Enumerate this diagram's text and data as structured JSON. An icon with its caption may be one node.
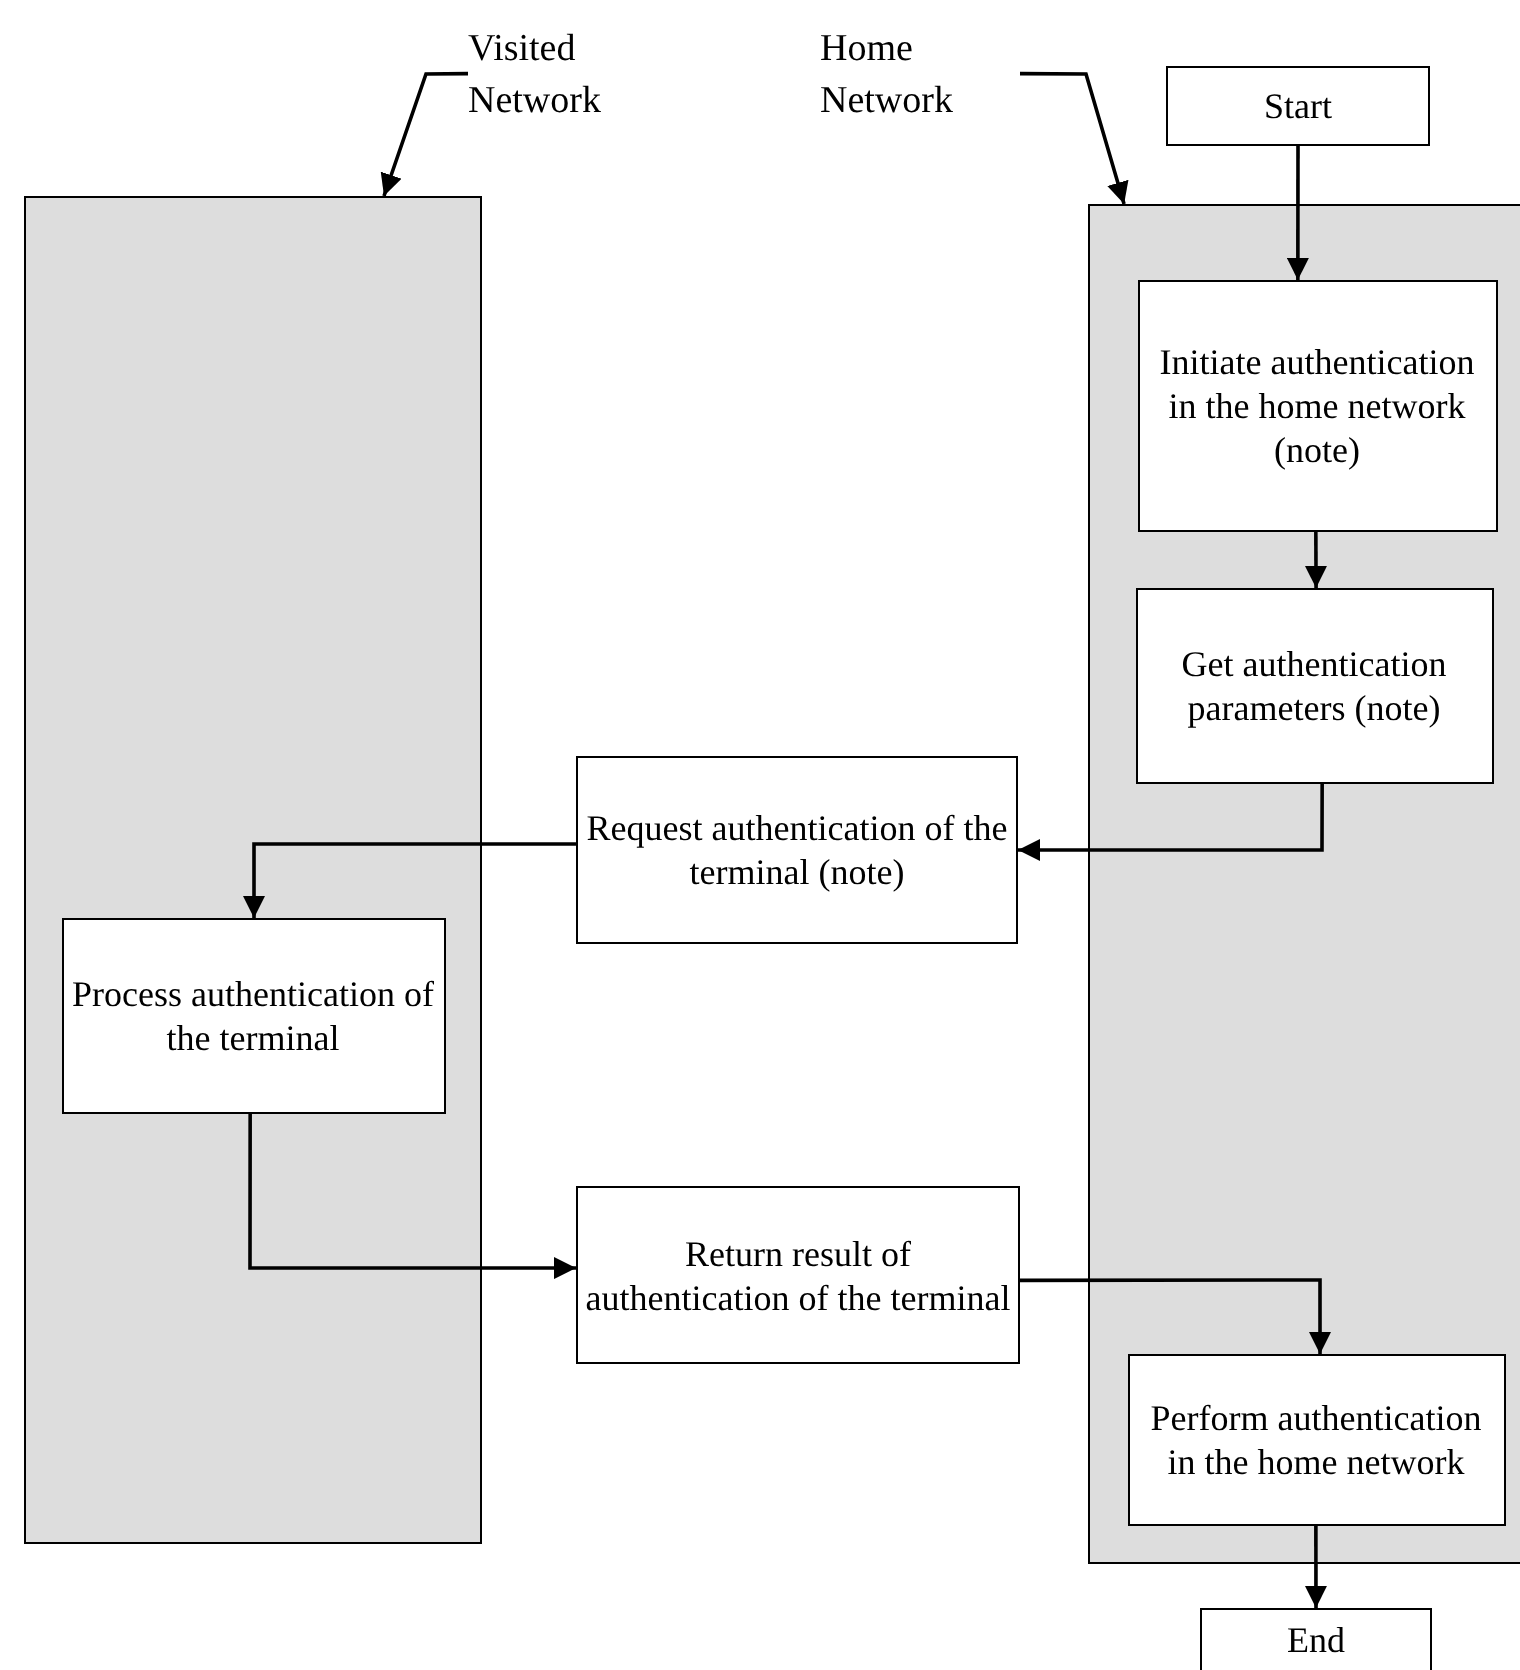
{
  "diagram": {
    "nodes": [
      {
        "text": [
          "Visited Network"
        ]
      },
      {
        "text": [
          "Home Network"
        ]
      },
      {
        "text": [
          "Start"
        ]
      },
      {
        "text": [],
        "shape": "box"
      },
      {
        "text": [],
        "shape": "box"
      },
      {
        "text": [
          "Initiate authentication in the home network (note)"
        ],
        "in": 4
      },
      {
        "text": [
          "Get authentication parameters (note)"
        ],
        "in": 4
      },
      {
        "text": [
          "Request authentication of the terminal (note)"
        ]
      },
      {
        "text": [
          "Process authentication of the terminal"
        ],
        "in": 3
      },
      {
        "text": [
          "Return result of authentication of the terminal"
        ]
      },
      {
        "text": [
          "Perform authentication in the home network"
        ],
        "in": 4
      },
      {
        "text": [
          "End"
        ]
      }
    ],
    "edges": [
      {
        "from": 0,
        "to": 3,
        "arrow": "to"
      },
      {
        "from": 1,
        "to": 4,
        "arrow": "to"
      },
      {
        "from": 2,
        "to": 5,
        "arrow": "to"
      },
      {
        "from": 5,
        "to": 6,
        "arrow": "to"
      },
      {
        "from": 6,
        "to": 7,
        "arrow": "to"
      },
      {
        "from": 7,
        "to": 8,
        "arrow": "to"
      },
      {
        "from": 8,
        "to": 9,
        "arrow": "to"
      },
      {
        "from": 9,
        "to": 10,
        "arrow": "to"
      },
      {
        "from": 10,
        "to": 11,
        "arrow": "to"
      }
    ]
  }
}
